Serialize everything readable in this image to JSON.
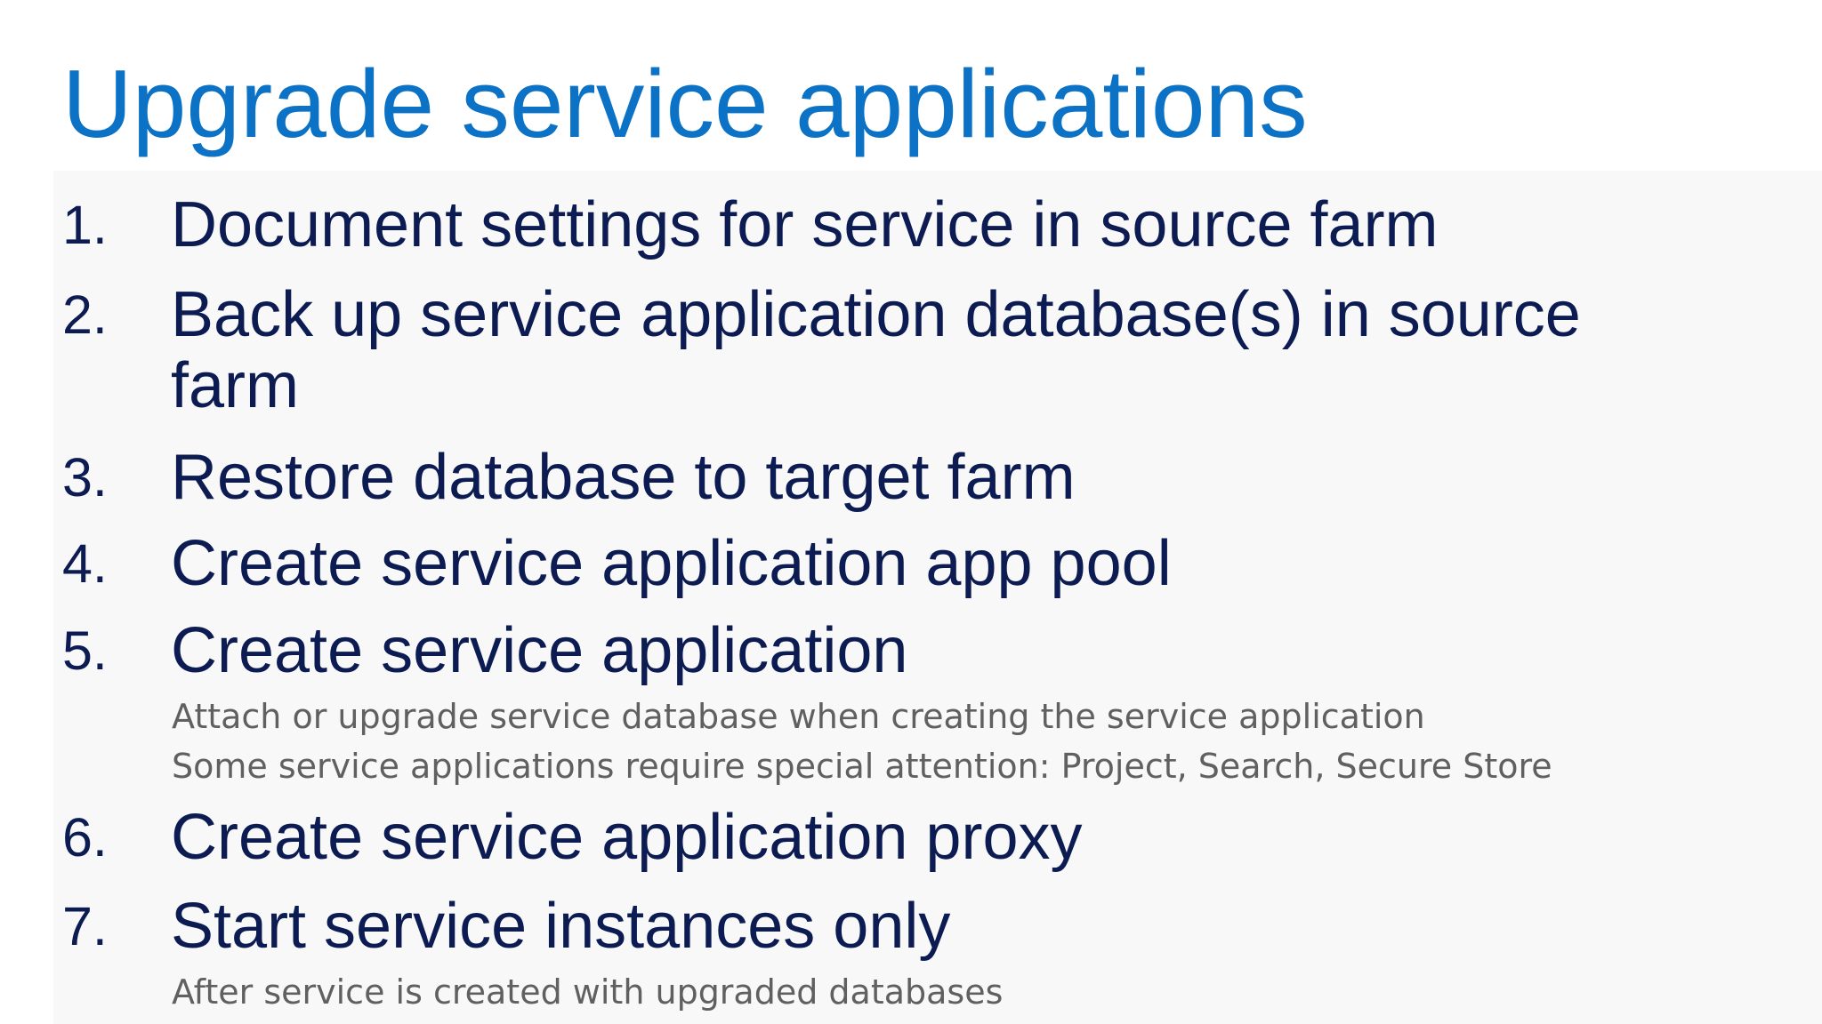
{
  "slide": {
    "title": "Upgrade service applications",
    "steps": [
      {
        "number": "1.",
        "text": "Document settings for service in source farm"
      },
      {
        "number": "2.",
        "text": "Back up service application database(s) in source farm"
      },
      {
        "number": "3.",
        "text": "Restore database to target farm"
      },
      {
        "number": "4.",
        "text": "Create service application app pool"
      },
      {
        "number": "5.",
        "text": "Create service application",
        "notes": [
          "Attach or upgrade service database when creating the service application",
          "Some service applications require special attention: Project, Search, Secure Store"
        ]
      },
      {
        "number": "6.",
        "text": "Create service application proxy"
      },
      {
        "number": "7.",
        "text": "Start service instances only",
        "notes": [
          "After service is created with upgraded databases"
        ]
      }
    ]
  }
}
